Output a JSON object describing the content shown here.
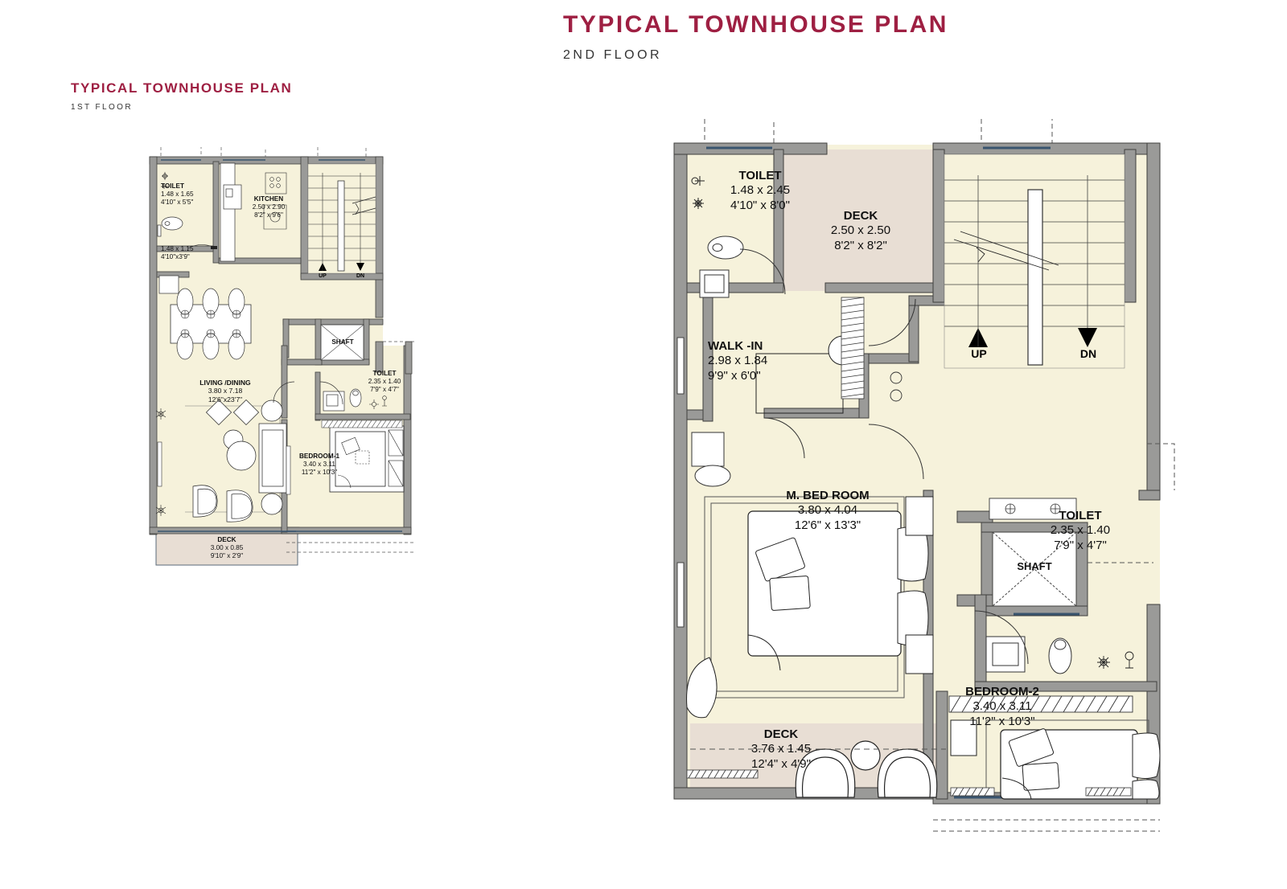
{
  "titles": {
    "main": {
      "title": "TYPICAL TOWNHOUSE PLAN",
      "subtitle": "2ND FLOOR"
    },
    "left": {
      "title": "TYPICAL TOWNHOUSE PLAN",
      "subtitle": "1ST FLOOR"
    }
  },
  "colors": {
    "title": "#9e1f42",
    "subtitle": "#333333",
    "room_fill": "#f6f2db",
    "deck_fill": "#e8ded4",
    "wall": "#9a9a98",
    "wall_edge": "#4a4a48",
    "stair_fill": "#f6f2db",
    "shaft_fill": "#ffffff",
    "window_blue": "#4a6b8a"
  },
  "floor1": {
    "name": "1ST FLOOR",
    "rooms": [
      {
        "id": "toilet-1f",
        "name": "TOILET",
        "metric": "1.48 x 1.65",
        "imperial": "4'10\" x 5'5\""
      },
      {
        "id": "utility-1f",
        "name": "",
        "metric": "1.48 x 1.15",
        "imperial": "4'10\"x3'9\""
      },
      {
        "id": "kitchen-1f",
        "name": "KITCHEN",
        "metric": "2.50 x 2.90",
        "imperial": "8'2\" x 9'6\""
      },
      {
        "id": "living-dining-1f",
        "name": "LIVING /DINING",
        "metric": "3.80 x 7.18",
        "imperial": "12'6\"x23'7\""
      },
      {
        "id": "shaft-1f",
        "name": "SHAFT",
        "metric": "",
        "imperial": ""
      },
      {
        "id": "toilet2-1f",
        "name": "TOILET",
        "metric": "2.35 x 1.40",
        "imperial": "7'9\" x 4'7\""
      },
      {
        "id": "bedroom-1-1f",
        "name": "BEDROOM-1",
        "metric": "3.40 x 3.11",
        "imperial": "11'2\" x 10'3\""
      },
      {
        "id": "deck-1f",
        "name": "DECK",
        "metric": "3.00 x 0.85",
        "imperial": "9'10\" x 2'9\""
      }
    ],
    "stair": {
      "up": "UP",
      "dn": "DN"
    }
  },
  "floor2": {
    "name": "2ND FLOOR",
    "rooms": [
      {
        "id": "toilet-2f",
        "name": "TOILET",
        "metric": "1.48 x 2.45",
        "imperial": "4'10\" x 8'0\""
      },
      {
        "id": "deck-top-2f",
        "name": "DECK",
        "metric": "2.50 x 2.50",
        "imperial": "8'2\" x 8'2\""
      },
      {
        "id": "walkin-2f",
        "name": "WALK -IN",
        "metric": "2.98 x 1.84",
        "imperial": "9'9\" x 6'0\""
      },
      {
        "id": "mbedroom-2f",
        "name": "M. BED ROOM",
        "metric": "3.80 x 4.04",
        "imperial": "12'6\" x 13'3\""
      },
      {
        "id": "shaft-2f",
        "name": "SHAFT",
        "metric": "",
        "imperial": ""
      },
      {
        "id": "toilet2-2f",
        "name": "TOILET",
        "metric": "2.35 x 1.40",
        "imperial": "7'9\" x 4'7\""
      },
      {
        "id": "bedroom-2-2f",
        "name": "BEDROOM-2",
        "metric": "3.40 x 3.11",
        "imperial": "11'2\" x 10'3\""
      },
      {
        "id": "deck-bot-2f",
        "name": "DECK",
        "metric": "3.76 x 1.45",
        "imperial": "12'4\" x 4'9\""
      }
    ],
    "stair": {
      "up": "UP",
      "dn": "DN"
    }
  }
}
